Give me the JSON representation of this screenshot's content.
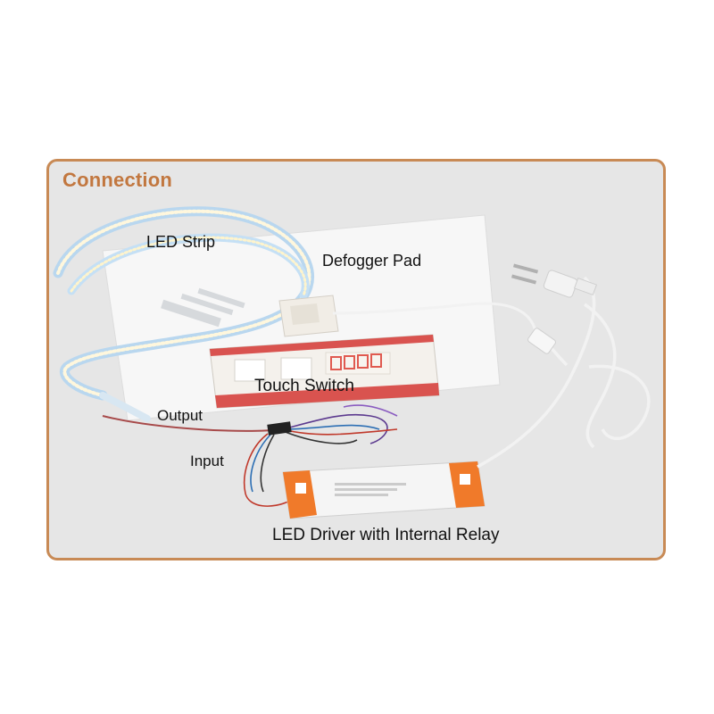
{
  "title": "Connection",
  "labels": {
    "led_strip": "LED Strip",
    "defogger_pad": "Defogger Pad",
    "touch_switch": "Touch Switch",
    "output": "Output",
    "input": "Input",
    "led_driver": "LED Driver with Internal Relay"
  },
  "colors": {
    "frame": "#c88a55",
    "title": "#c2773f",
    "panel_bg": "#e6e6e6",
    "switch_red": "#d9534f",
    "driver_orange": "#f07a2a",
    "digit_red": "#e05a50"
  }
}
